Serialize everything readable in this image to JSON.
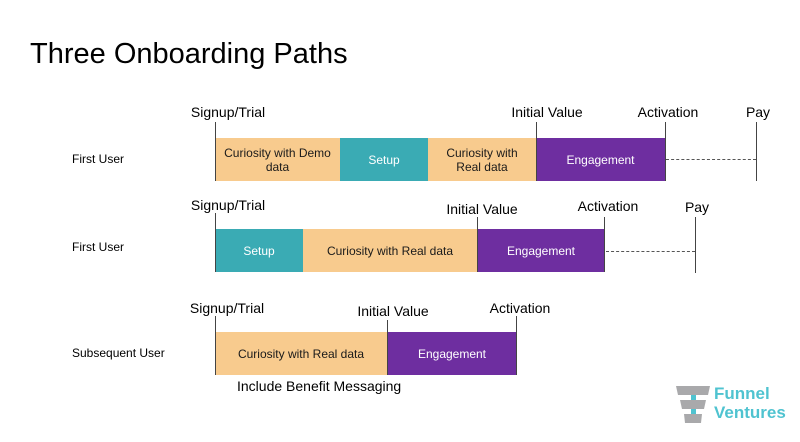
{
  "title": "Three Onboarding Paths",
  "colors": {
    "curiosity": "#f8cb8e",
    "setup": "#3aabb4",
    "engagement": "#6e2ea0",
    "logo_text": "#4fc3d0",
    "logo_funnel": "#a9a9ab"
  },
  "paths": [
    {
      "label": "First User",
      "segments": [
        {
          "label": "Curiosity with Demo data",
          "line1": "Curiosity with Demo",
          "line2": "data",
          "type": "curiosity"
        },
        {
          "label": "Setup",
          "type": "setup"
        },
        {
          "label": "Curiosity with Real data",
          "line1": "Curiosity with",
          "line2": "Real data",
          "type": "curiosity"
        },
        {
          "label": "Engagement",
          "type": "engagement"
        }
      ],
      "milestones": [
        "Signup/Trial",
        "Initial Value",
        "Activation",
        "Pay"
      ]
    },
    {
      "label": "First User",
      "segments": [
        {
          "label": "Setup",
          "type": "setup"
        },
        {
          "label": "Curiosity with Real data",
          "type": "curiosity"
        },
        {
          "label": "Engagement",
          "type": "engagement"
        }
      ],
      "milestones": [
        "Signup/Trial",
        "Initial Value",
        "Activation",
        "Pay"
      ]
    },
    {
      "label": "Subsequent User",
      "segments": [
        {
          "label": "Curiosity with Real data",
          "type": "curiosity"
        },
        {
          "label": "Engagement",
          "type": "engagement"
        }
      ],
      "milestones": [
        "Signup/Trial",
        "Initial Value",
        "Activation"
      ],
      "note": "Include Benefit Messaging"
    }
  ],
  "logo": {
    "line1": "Funnel",
    "line2": "Ventures"
  }
}
